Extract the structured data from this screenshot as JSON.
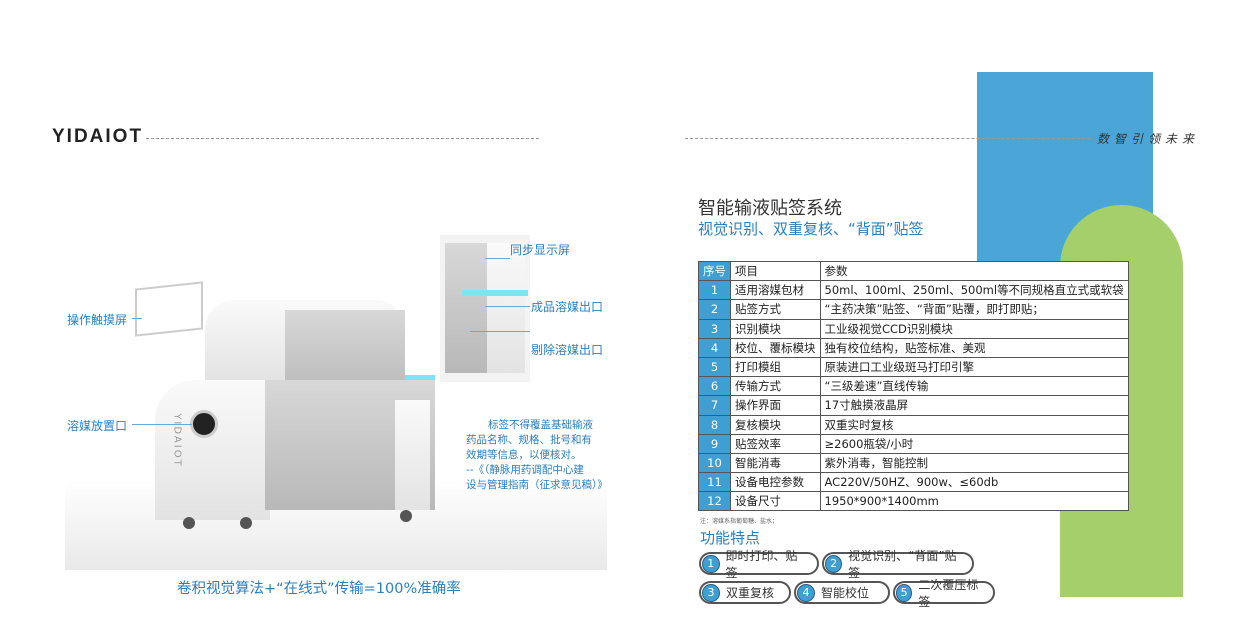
{
  "brand": "YIDAIOT",
  "slogan": "数智引领未来",
  "title": "智能输液贴签系统",
  "subtitle": "视觉识别、双重复核、“背面”贴签",
  "table": {
    "headers": [
      "序号",
      "项目",
      "参数"
    ],
    "rows": [
      [
        "1",
        "适用溶媒包材",
        "50ml、100ml、250ml、500ml等不同规格直立式或软袋"
      ],
      [
        "2",
        "贴签方式",
        "“主药决策”贴签、“背面”贴覆，即打即贴；"
      ],
      [
        "3",
        "识别模块",
        "工业级视觉CCD识别模块"
      ],
      [
        "4",
        "校位、覆标模块",
        "独有校位结构，贴签标准、美观"
      ],
      [
        "5",
        "打印模组",
        "原装进口工业级斑马打印引擎"
      ],
      [
        "6",
        "传输方式",
        "“三级差速”直线传输"
      ],
      [
        "7",
        "操作界面",
        "17寸触摸液晶屏"
      ],
      [
        "8",
        "复核模块",
        "双重实时复核"
      ],
      [
        "9",
        "贴签效率",
        "≥2600瓶袋/小时"
      ],
      [
        "10",
        "智能消毒",
        "紫外消毒，智能控制"
      ],
      [
        "11",
        "设备电控参数",
        "AC220V/50HZ、900w、≤60db"
      ],
      [
        "12",
        "设备尺寸",
        "1950*900*1400mm"
      ]
    ]
  },
  "note": "注：溶媒系指葡萄糖、盐水；",
  "features_title": "功能特点",
  "features": [
    {
      "n": "1",
      "label": "即时打印、贴签"
    },
    {
      "n": "2",
      "label": "视觉识别、“背面”贴签"
    },
    {
      "n": "3",
      "label": "双重复核"
    },
    {
      "n": "4",
      "label": "智能校位"
    },
    {
      "n": "5",
      "label": "二次覆压标签"
    }
  ],
  "labels": {
    "touch": "操作触摸屏",
    "solvent_in": "溶媒放置口",
    "sync": "同步显示屏",
    "out": "成品溶媒出口",
    "reject": "剔除溶媒出口",
    "machine_brand": "YIDAIOT"
  },
  "quote": [
    "标签不得覆盖基础输液",
    "药品名称、规格、批号和有",
    "效期等信息，以便核对。",
    "--《（静脉用药调配中心建",
    "设与管理指南（征求意见稿）》"
  ],
  "caption": "卷积视觉算法+“在线式”传输=100%准确率"
}
